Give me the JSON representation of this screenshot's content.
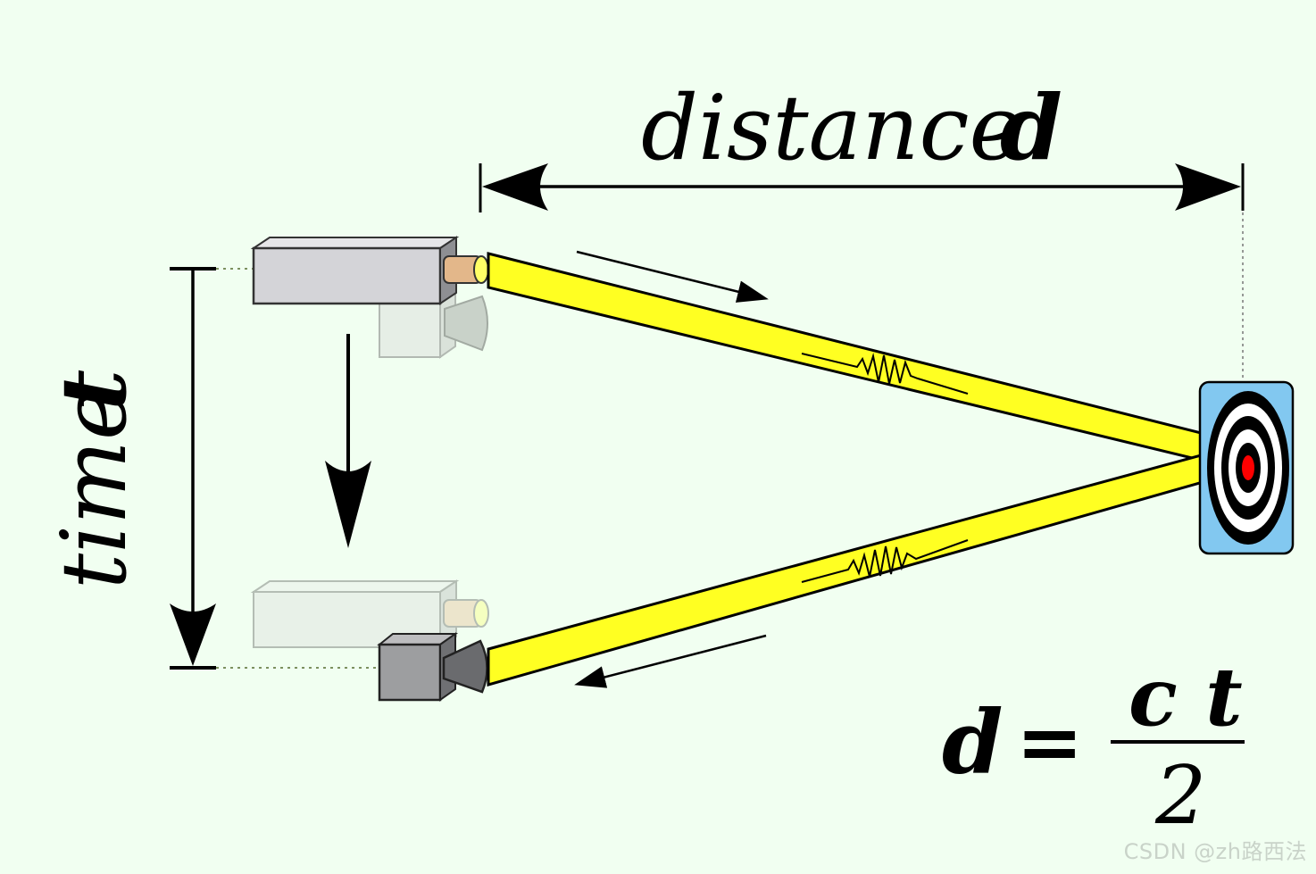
{
  "labels": {
    "distance_word": "distance",
    "distance_var": "d",
    "time_word": "time",
    "time_var": "t"
  },
  "formula": {
    "lhs": "d",
    "equals": "=",
    "numerator": "c t",
    "denominator": "2"
  },
  "watermark": "CSDN @zh路西法",
  "colors": {
    "background": "#f1fff1",
    "beam": "#ffff22",
    "target_panel": "#82c8f0",
    "target_center": "#ff0000",
    "device_body": "#d4d4d8",
    "lens_front": "#e3b78a"
  }
}
